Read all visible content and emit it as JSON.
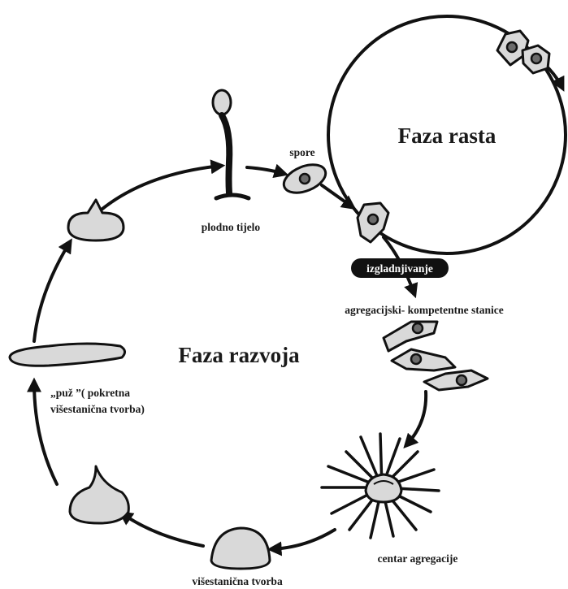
{
  "titles": {
    "growth_phase": "Faza rasta",
    "development_phase": "Faza razvoja"
  },
  "labels": {
    "spore": "spore",
    "fruiting_body": "plodno tijelo",
    "starvation": "izgladnjivanje",
    "aggregation_competent": "agregacijski- kompetentne stanice",
    "aggregation_center": "centar agregacije",
    "multicellular_structure": "višestanična tvorba",
    "slug_line1": "„puž ”( pokretna",
    "slug_line2": "višestanična tvorba)"
  },
  "colors": {
    "stroke": "#111111",
    "cell_fill": "#d9d9d9",
    "nucleus": "#6b6b6b",
    "badge_bg": "#111111",
    "badge_text": "#ffffff"
  }
}
